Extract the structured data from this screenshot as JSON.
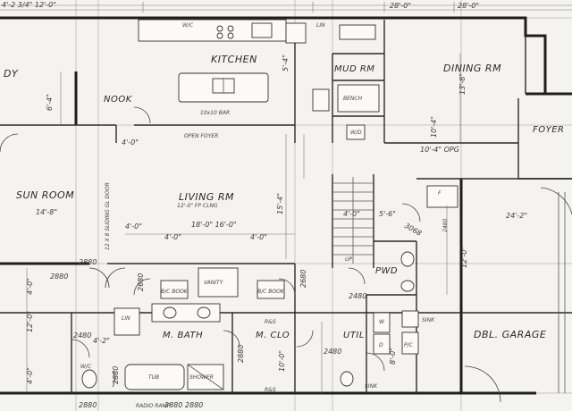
{
  "rooms": {
    "study": "DY",
    "kitchen": "KITCHEN",
    "nook": "NOOK",
    "mud_rm": "MUD RM",
    "dining_rm": "DINING RM",
    "foyer": "FOYER",
    "sun_room": "SUN ROOM",
    "living_rm": "LIVING RM",
    "m_bath": "M. BATH",
    "m_clo": "M. CLO",
    "util": "UTIL",
    "pwd": "PWD",
    "dbl_garage": "DBL. GARAGE"
  },
  "dimensions": {
    "top_left": "4'-2 3/4\" 12'-0\"",
    "top_center": "28'-0\"",
    "top_right": "28'-0\"",
    "kitchen_v": "6'-4\"",
    "sun_room_size": "14'-8\"",
    "living_size": "18'-0\" 16'-0\"",
    "living_v": "15'-4\"",
    "dining_v": "13'-6\"",
    "dining_h": "10'-4\" OPG",
    "mud_v": "5'-4\"",
    "foyer_v": "10'-4\"",
    "garage_size": "24'-2\"",
    "garage_v": "12'-0\"",
    "hall_40": "4'-0\"",
    "hall_42": "4'-2\"",
    "living_left": "4'-0\"",
    "living_mid": "4'-0\"",
    "living_r": "4'-0\"",
    "stair": "4'-0\"",
    "pwd_h": "5'-6\"",
    "door_2880": "2880",
    "door_2880b": "2880",
    "door_2680": "2680",
    "door_2680b": "2680",
    "door_2480": "2480",
    "door_2480b": "2480",
    "door_2480c": "2480",
    "door_3068": "3068",
    "door_2880c": "2880",
    "door_2880d": "2880",
    "mbath_v": "4'-0\"",
    "mbath_v2": "12'-0\"",
    "mbath_v3": "4'-0\"",
    "clo_v": "10'-0\"",
    "util_v": "8'-0\"",
    "bottom_1": "2880",
    "bottom_2": "2880 2880"
  },
  "notes": {
    "kitchen_island": "10x10 BAR",
    "kitchen_w": "W/C",
    "kitchen_opg": "OPEN FOYER",
    "living_fp": "12'-0\" FP CLNG",
    "sliding_door": "12 X 8 SLIDING GL DOOR",
    "mud_bench": "BENCH",
    "mud_wd": "W/D",
    "mbath_tub": "TUB",
    "mbath_shower": "SHOWER",
    "mbath_linen": "LIN",
    "mbath_bkc": "B/C BOOK",
    "mbath_bkc2": "B/C BOOK",
    "clo_rs": "R&S",
    "clo_rs2": "R&S",
    "util_sink": "SINK",
    "util_sink2": "SINK",
    "util_w": "W",
    "util_d": "D",
    "foyer_pk": "P/C",
    "foyer_closet": "F",
    "garage_door": "2480",
    "stair_up": "UP",
    "vanity": "VANITY",
    "bottom_label": "RADIO RAMP",
    "wc": "W/C",
    "mud_rm_lin": "LIN"
  }
}
